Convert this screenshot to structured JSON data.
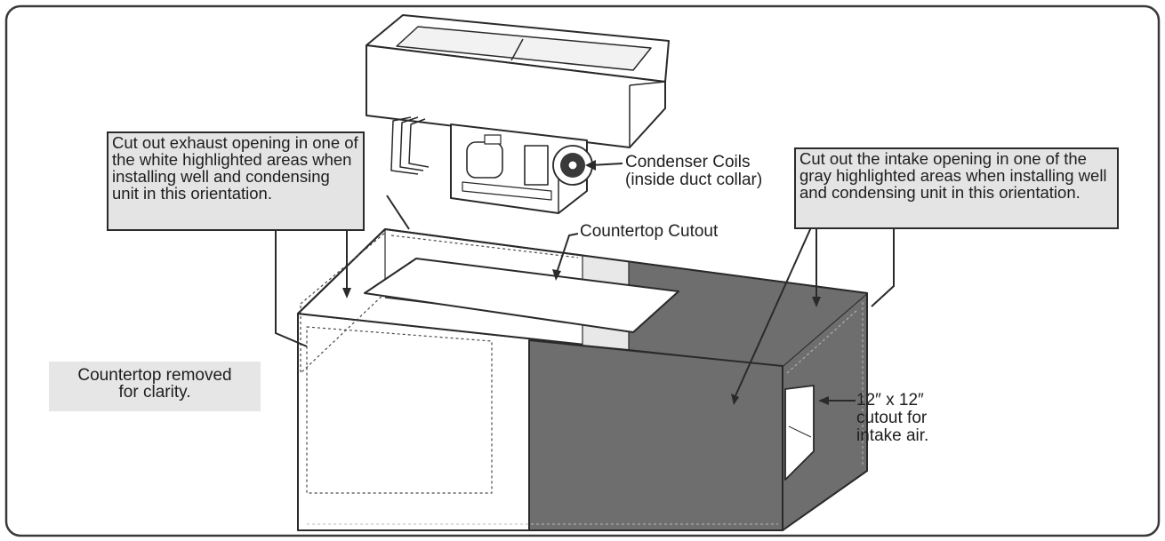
{
  "callouts": {
    "exhaust": "Cut out exhaust opening in one of the white highlighted areas when installing well and condensing unit in this orientation.",
    "intake": "Cut out the intake opening in one of the gray highlighted areas when installing well and condensing unit in this orientation.",
    "condenser": "Condenser Coils\n(inside duct collar)",
    "countertop_cutout": "Countertop Cutout",
    "removed_note": "Countertop removed\nfor clarity.",
    "intake_cutout": "12″ x 12″\ncutout for\nintake air."
  },
  "colors": {
    "gray_area": "#6e6e6e",
    "callout_fill": "#e4e4e4",
    "line": "#2a2a2a"
  }
}
